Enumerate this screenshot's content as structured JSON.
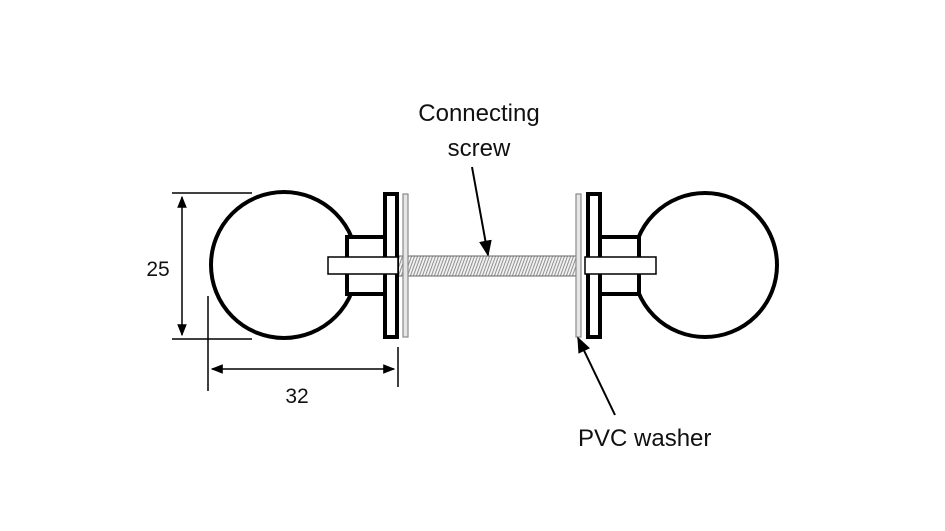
{
  "diagram": {
    "title": "Mortice knob set assembly",
    "labels": {
      "screw_line1": "Connecting",
      "screw_line2": "screw",
      "washer": "PVC washer"
    },
    "dimensions": {
      "height": "25",
      "projection": "32"
    },
    "colors": {
      "line": "#000000",
      "washer_fill": "#e6e6e6",
      "washer_stroke": "#8a8a8a",
      "background": "#ffffff"
    }
  }
}
